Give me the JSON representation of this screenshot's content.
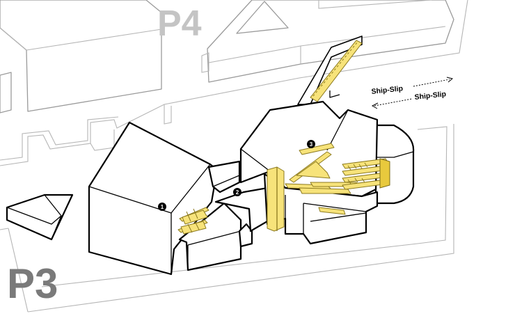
{
  "plots": {
    "p4": {
      "label": "P4",
      "color": "#c4c4c4"
    },
    "p3": {
      "label": "P3",
      "color": "#7a7a7a"
    }
  },
  "markers": [
    {
      "label": "1"
    },
    {
      "label": "2"
    },
    {
      "label": "3"
    }
  ],
  "annotations": {
    "ship_slip_upper": "Ship-Slip",
    "ship_slip_lower": "Ship-Slip"
  },
  "colors": {
    "accent_yellow": "#f7e37a",
    "outline": "#000000",
    "context_gray": "#9a9a9a"
  }
}
